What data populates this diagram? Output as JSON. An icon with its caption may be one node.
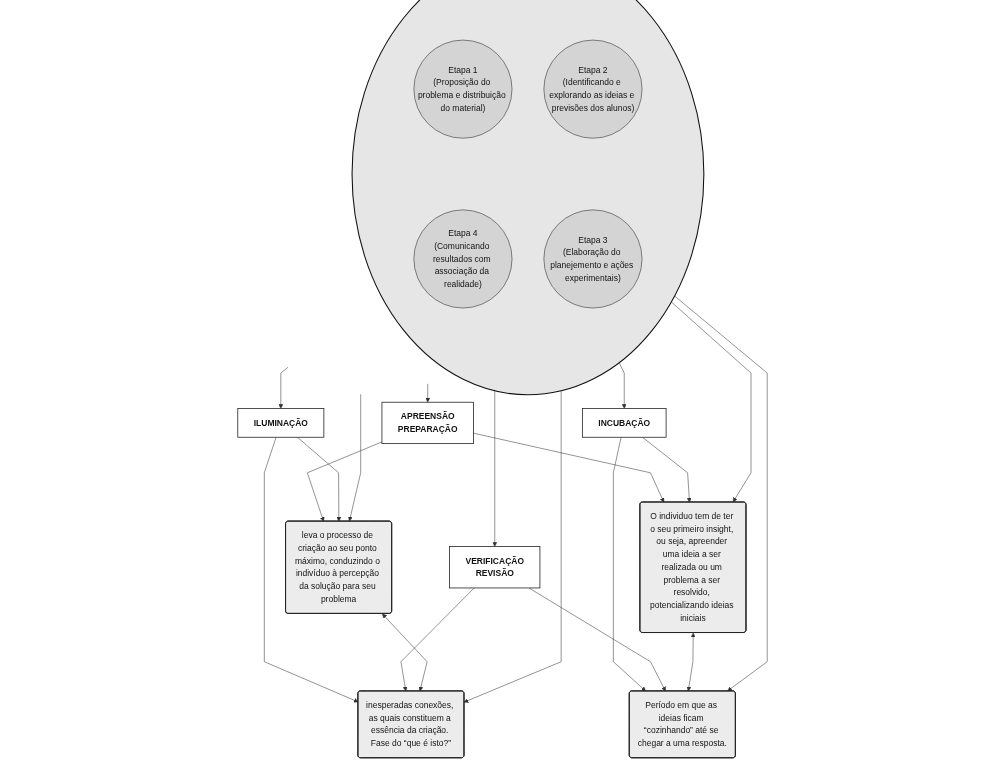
{
  "diagram": {
    "nodes": [
      {
        "text": [
          "leva o processo de criação ao seu ponto máximo, conduzindo o indivíduo à percepção da solução para seu problema"
        ]
      },
      {
        "text": [
          "APREENSÃO",
          "PREPARAÇÃO"
        ]
      },
      {
        "text": [
          "O individuo tem de ter o seu primeiro insight, ou seja, apreender uma ideia a ser realizada ou um problema a ser resolvido, potencializando ideias iniciais"
        ]
      },
      {
        "text": [],
        "shape": "circle"
      },
      {
        "text": [
          "Etapa 1",
          "(Proposição do problema e distribuição do material)"
        ],
        "in": 3
      },
      {
        "text": [
          "Etapa 4",
          "(Comunicando resultados com associação da realidade)"
        ],
        "in": 3
      },
      {
        "text": [
          "Etapa 2",
          "(Identificando e explorando as ideias e previsões dos alunos)"
        ],
        "in": 3
      },
      {
        "text": [
          "Etapa 3",
          "(Elaboração do planejemento e ações experimentais)"
        ],
        "in": 3
      },
      {
        "text": [
          "ILUMINAÇÃO"
        ]
      },
      {
        "text": [
          "INCUBAÇÃO"
        ]
      },
      {
        "text": [
          "inesperadas conexões, as quais constituem a essência da criação. Fase do “que é isto?”"
        ]
      },
      {
        "text": [
          "VERIFICAÇÃO",
          "REVISÃO"
        ]
      },
      {
        "text": [
          "Período em que as ideias ficam “cozinhando” até se chegar a uma resposta."
        ]
      }
    ],
    "edges": [
      {
        "from": 1,
        "to": 0,
        "arrow": "to"
      },
      {
        "from": 1,
        "to": 2,
        "arrow": "to"
      },
      {
        "from": 3,
        "to": 1,
        "arrow": "to"
      },
      {
        "from": 3,
        "to": 8,
        "arrow": "to"
      },
      {
        "from": 3,
        "to": 9,
        "arrow": "to"
      },
      {
        "from": 3,
        "to": 11,
        "arrow": "to"
      },
      {
        "from": 3,
        "to": 0,
        "arrow": "to"
      },
      {
        "from": 3,
        "to": 2,
        "arrow": "to"
      },
      {
        "from": 3,
        "to": 10,
        "arrow": "to"
      },
      {
        "from": 3,
        "to": 12,
        "arrow": "to"
      },
      {
        "from": 8,
        "to": 0,
        "arrow": "to"
      },
      {
        "from": 8,
        "to": 10,
        "arrow": "to"
      },
      {
        "from": 9,
        "to": 2,
        "arrow": "to"
      },
      {
        "from": 9,
        "to": 12,
        "arrow": "to"
      },
      {
        "from": 11,
        "to": 10,
        "arrow": "to"
      },
      {
        "from": 11,
        "to": 12,
        "arrow": "to"
      },
      {
        "from": 10,
        "to": 0,
        "arrow": "both"
      },
      {
        "from": 12,
        "to": 2,
        "arrow": "both"
      }
    ]
  }
}
